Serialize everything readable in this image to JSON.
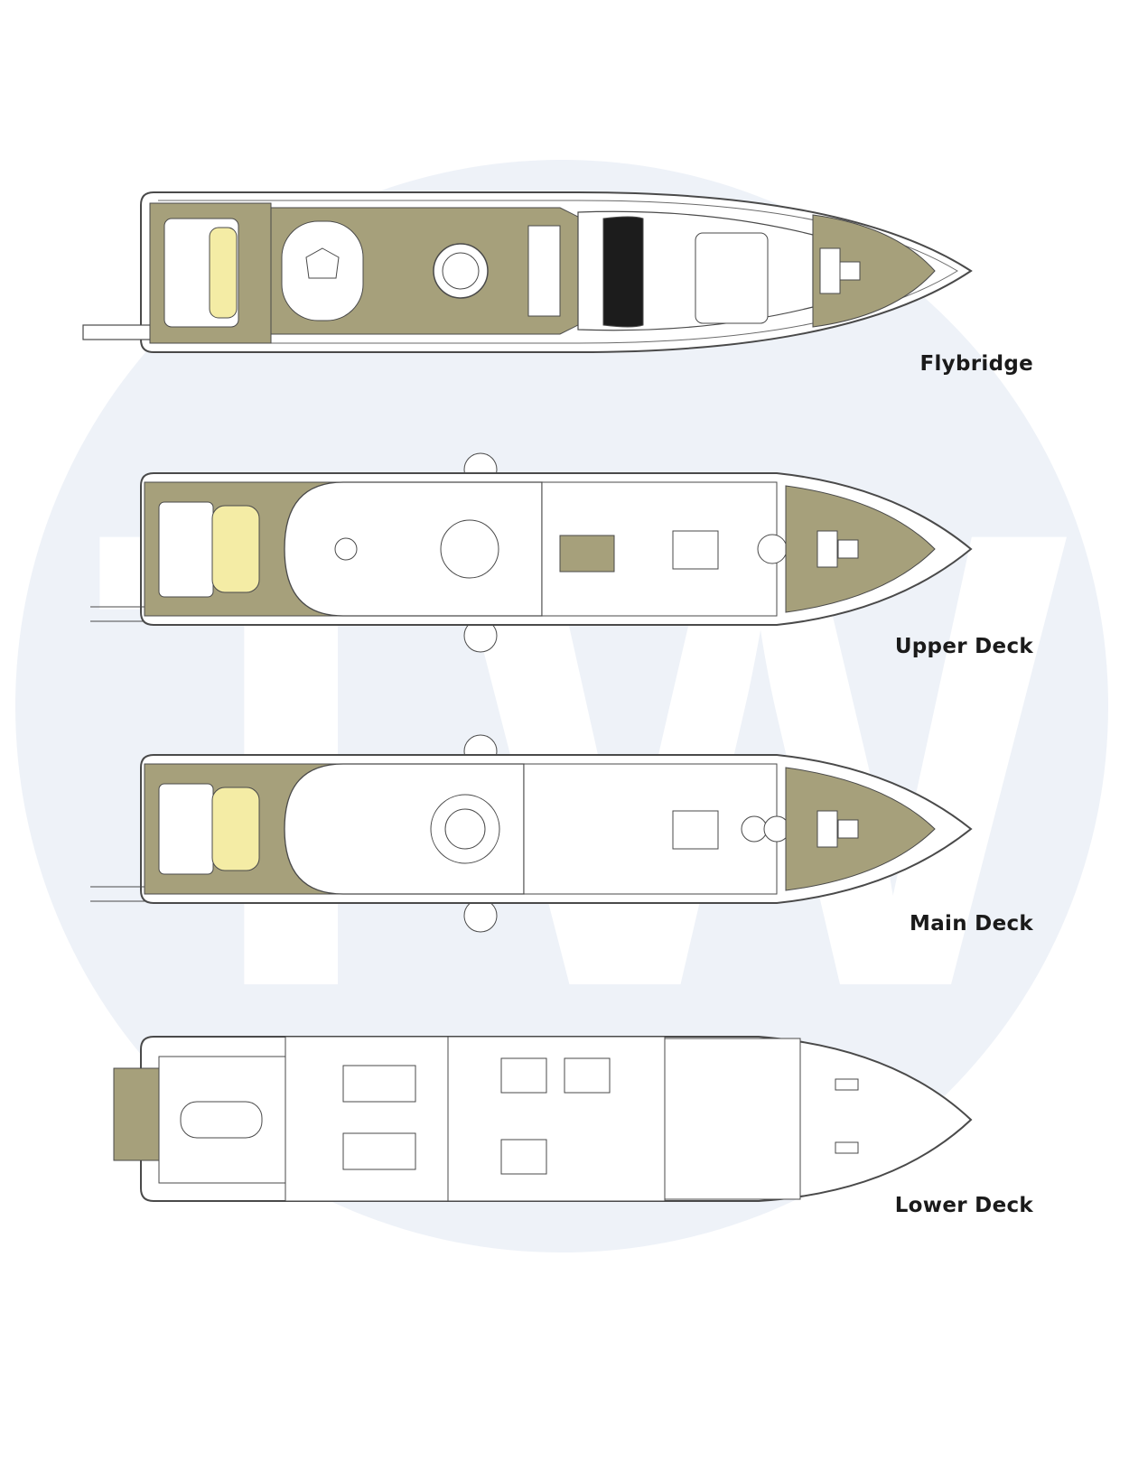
{
  "watermark": {
    "text": "TW",
    "circle_color": "#eef2f8",
    "letter_color": "#ffffff"
  },
  "colors": {
    "teak": "#a6a07b",
    "teak_dark": "#8e8863",
    "cushion": "#f4eca5",
    "line": "#4a4a4a",
    "glass": "#1c1c1c",
    "hull_fill": "#ffffff"
  },
  "decks": [
    {
      "id": "flybridge",
      "label": "Flybridge"
    },
    {
      "id": "upper",
      "label": "Upper Deck"
    },
    {
      "id": "main",
      "label": "Main Deck"
    },
    {
      "id": "lower",
      "label": "Lower Deck"
    }
  ]
}
